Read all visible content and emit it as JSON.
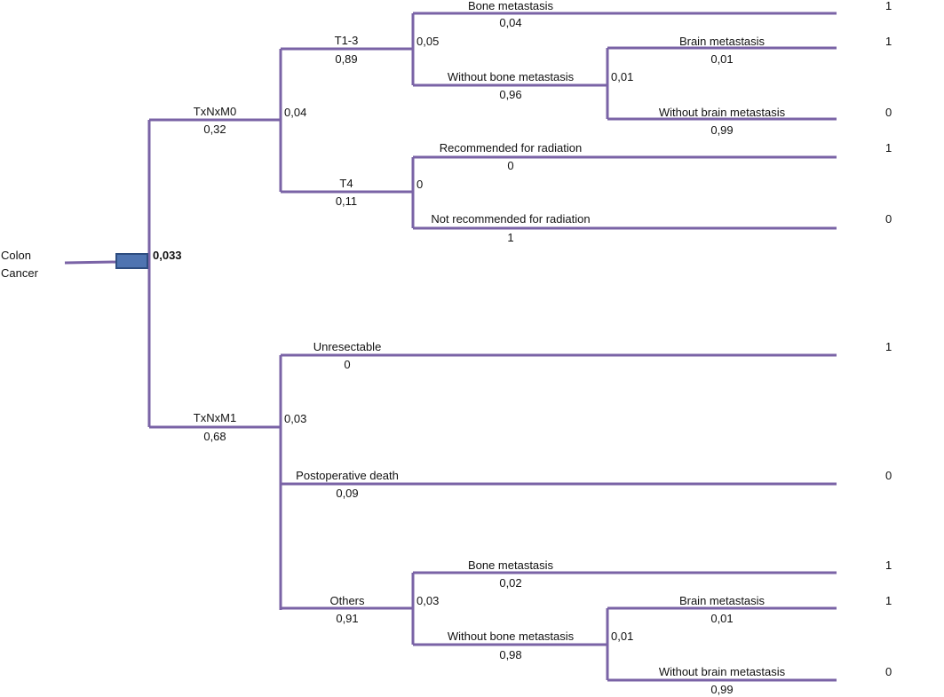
{
  "diagram": {
    "title": "",
    "line_color": "#7a63a6",
    "decision_node_fill": "#4f74b1",
    "decision_node_border": "#2e4d80",
    "root": {
      "label_line1": "Colon",
      "label_line2": "Cancer",
      "value": "0,033"
    },
    "m0": {
      "label": "TxNxM0",
      "prob": "0,32",
      "node_value": "0,04",
      "t13": {
        "label": "T1-3",
        "prob": "0,89",
        "node_value": "0,05",
        "bone": {
          "label": "Bone metastasis",
          "prob": "0,04",
          "payoff": "1"
        },
        "no_bone": {
          "label": "Without bone metastasis",
          "prob": "0,96",
          "node_value": "0,01",
          "brain": {
            "label": "Brain metastasis",
            "prob": "0,01",
            "payoff": "1"
          },
          "no_brain": {
            "label": "Without brain metastasis",
            "prob": "0,99",
            "payoff": "0"
          }
        }
      },
      "t4": {
        "label": "T4",
        "prob": "0,11",
        "node_value": "0",
        "rad": {
          "label": "Recommended for radiation",
          "prob": "0",
          "payoff": "1"
        },
        "no_rad": {
          "label": "Not recommended for radiation",
          "prob": "1",
          "payoff": "0"
        }
      }
    },
    "m1": {
      "label": "TxNxM1",
      "prob": "0,68",
      "node_value": "0,03",
      "unresectable": {
        "label": "Unresectable",
        "prob": "0",
        "payoff": "1"
      },
      "postop": {
        "label": "Postoperative death",
        "prob": "0,09",
        "payoff": "0"
      },
      "others": {
        "label": "Others",
        "prob": "0,91",
        "node_value": "0,03",
        "bone": {
          "label": "Bone metastasis",
          "prob": "0,02",
          "payoff": "1"
        },
        "no_bone": {
          "label": "Without bone metastasis",
          "prob": "0,98",
          "node_value": "0,01",
          "brain": {
            "label": "Brain metastasis",
            "prob": "0,01",
            "payoff": "1"
          },
          "no_brain": {
            "label": "Without brain metastasis",
            "prob": "0,99",
            "payoff": "0"
          }
        }
      }
    }
  }
}
